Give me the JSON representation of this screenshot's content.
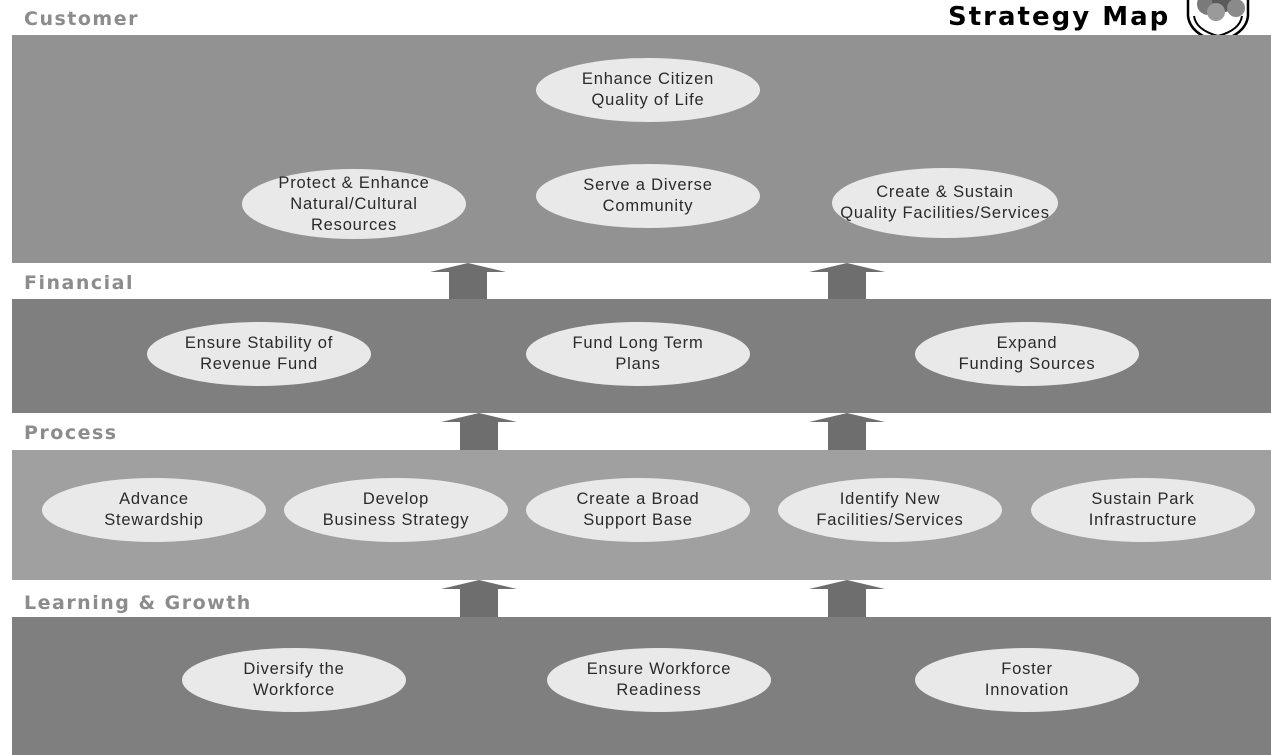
{
  "title": "Strategy Map",
  "colors": {
    "customer_band": "#929292",
    "financial_band": "#7f7f7f",
    "process_band": "#a0a0a0",
    "learning_band": "#7f7f7f",
    "arrow": "#6e6e6e",
    "oval": "#e9e9e9",
    "label": "#8c8c8c"
  },
  "seal_icon": "forest-emblem-icon",
  "lanes": {
    "customer": {
      "label": "Customer",
      "objectives": [
        "Enhance Citizen\nQuality of Life",
        "Protect & Enhance\nNatural/Cultural\nResources",
        "Serve a Diverse\nCommunity",
        "Create & Sustain\nQuality Facilities/Services"
      ]
    },
    "financial": {
      "label": "Financial",
      "objectives": [
        "Ensure Stability of\nRevenue Fund",
        "Fund Long Term\nPlans",
        "Expand\nFunding Sources"
      ]
    },
    "process": {
      "label": "Process",
      "objectives": [
        "Advance\nStewardship",
        "Develop\nBusiness Strategy",
        "Create a Broad\nSupport Base",
        "Identify New\nFacilities/Services",
        "Sustain Park\nInfrastructure"
      ]
    },
    "learning": {
      "label": "Learning & Growth",
      "objectives": [
        "Diversify the\nWorkforce",
        "Ensure Workforce\nReadiness",
        "Foster\nInnovation"
      ]
    }
  }
}
